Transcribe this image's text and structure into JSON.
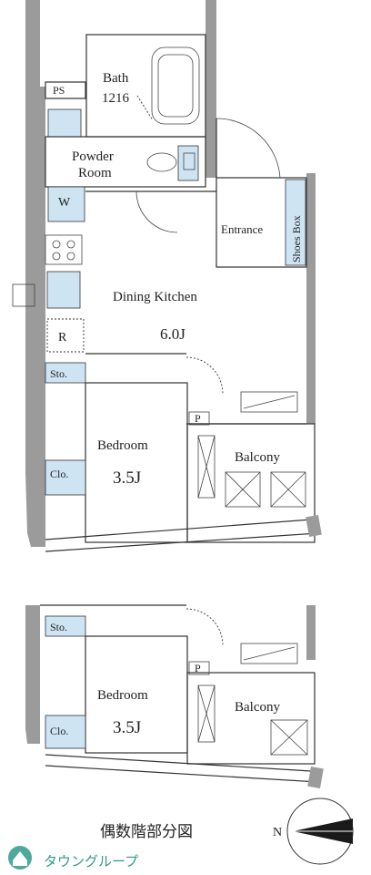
{
  "upper_plan": {
    "rooms": {
      "bath": "Bath",
      "bath_size": "1216",
      "ps": "PS",
      "powder_room_line1": "Powder",
      "powder_room_line2": "Room",
      "washer": "W",
      "entrance": "Entrance",
      "shoes_box": "Shoes Box",
      "dining_kitchen": "Dining Kitchen",
      "dining_kitchen_size": "6.0J",
      "refrigerator": "R",
      "storage": "Sto.",
      "bedroom": "Bedroom",
      "bedroom_size": "3.5J",
      "closet": "Clo.",
      "balcony": "Balcony",
      "pipe_space": "P"
    }
  },
  "lower_plan": {
    "rooms": {
      "storage": "Sto.",
      "bedroom": "Bedroom",
      "bedroom_size": "3.5J",
      "closet": "Clo.",
      "balcony": "Balcony",
      "pipe_space": "P"
    }
  },
  "caption": "偶数階部分図",
  "compass_label": "N",
  "watermark": {
    "company": "タウングループ"
  }
}
